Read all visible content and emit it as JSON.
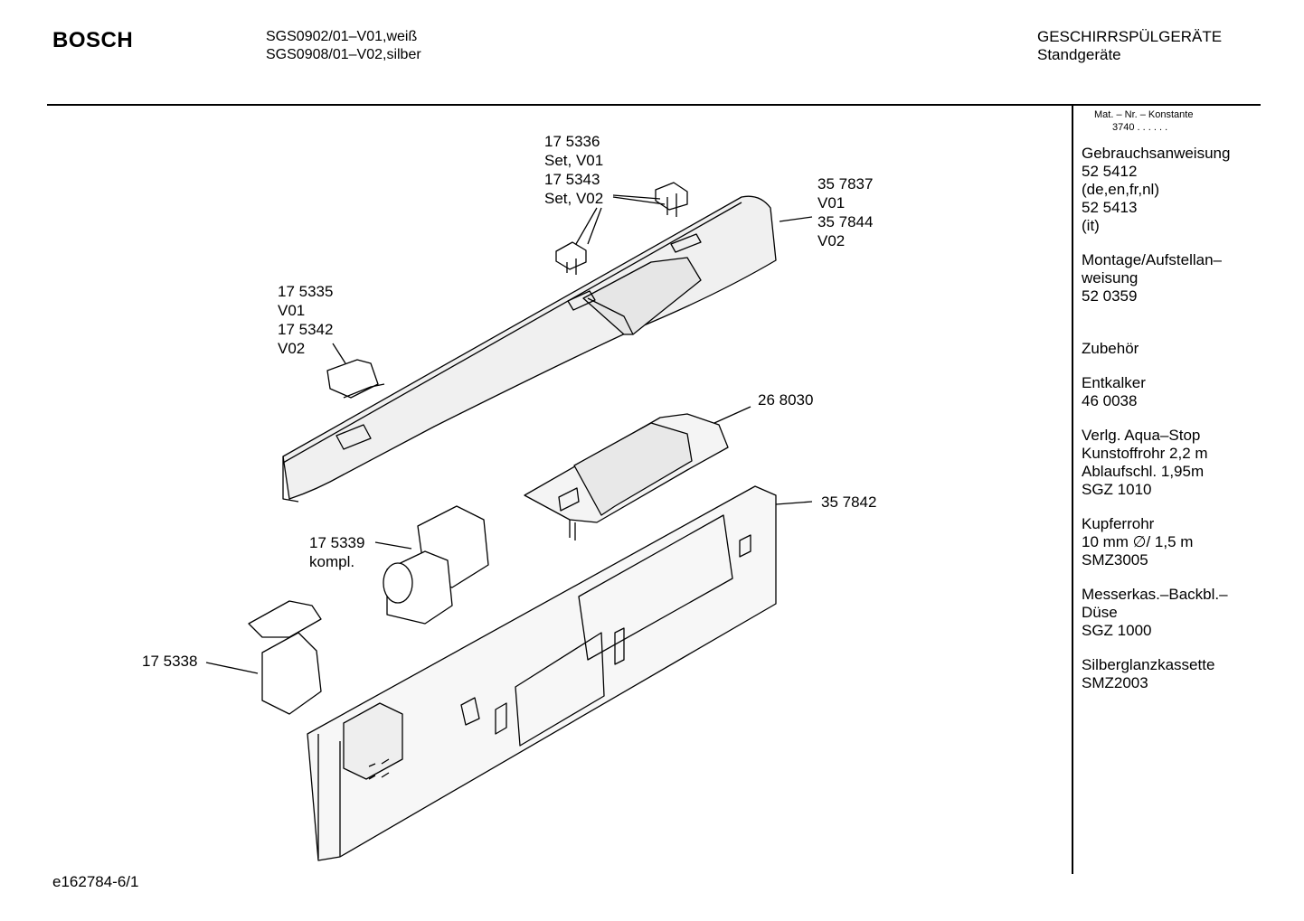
{
  "header": {
    "brand": "BOSCH",
    "models": [
      "SGS0902/01–V01,weiß",
      "SGS0908/01–V02,silber"
    ],
    "category": [
      "GESCHIRRSPÜLGERÄTE",
      "Standgeräte"
    ]
  },
  "matno": {
    "label": "Mat. – Nr. – Konstante",
    "value": "3740 .  .  .  .  .  ."
  },
  "sidebar": {
    "groups": [
      {
        "lines": [
          "Gebrauchsanweisung",
          "52 5412",
          "(de,en,fr,nl)",
          "52 5413",
          "(it)"
        ]
      },
      {
        "lines": [
          "Montage/Aufstellan–",
          "weisung",
          "52 0359"
        ]
      },
      {
        "lines": [
          "",
          "Zubehör"
        ]
      },
      {
        "lines": [
          "Entkalker",
          "46 0038"
        ]
      },
      {
        "lines": [
          "Verlg. Aqua–Stop",
          "Kunstoffrohr 2,2 m",
          "Ablaufschl. 1,95m",
          "SGZ 1010"
        ]
      },
      {
        "lines": [
          "Kupferrohr",
          "10 mm ∅/ 1,5 m",
          "SMZ3005"
        ]
      },
      {
        "lines": [
          "Messerkas.–Backbl.–",
          "Düse",
          "SGZ 1000"
        ]
      },
      {
        "lines": [
          "Silberglanzkassette",
          "SMZ2003"
        ]
      }
    ]
  },
  "callouts": {
    "buttons_top": [
      "17 5336",
      "Set, V01",
      "17 5343",
      "Set, V02"
    ],
    "panel": [
      "35 7837",
      "V01",
      "35 7844",
      "V02"
    ],
    "knob": [
      "17 5335",
      "V01",
      "17 5342",
      "V02"
    ],
    "module": [
      "26 8030"
    ],
    "carrier": [
      "35 7842"
    ],
    "switch": [
      "17 5339",
      "kompl."
    ],
    "relay": [
      "17 5338"
    ]
  },
  "footer": {
    "code": "e162784-6/1"
  }
}
